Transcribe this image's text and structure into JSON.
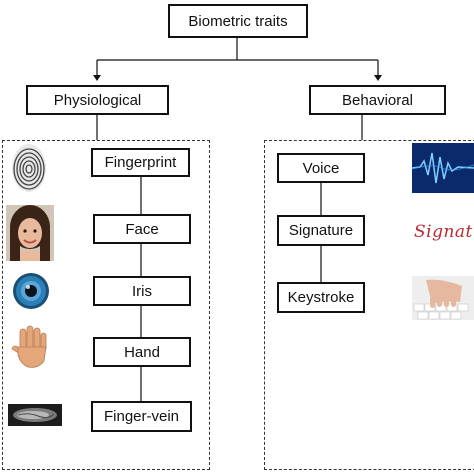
{
  "diagram": {
    "root": "Biometric traits",
    "branches": [
      {
        "label": "Physiological",
        "traits": [
          {
            "label": "Fingerprint",
            "image": "fingerprint-image"
          },
          {
            "label": "Face",
            "image": "face-photo"
          },
          {
            "label": "Iris",
            "image": "iris-image"
          },
          {
            "label": "Hand",
            "image": "hand-image"
          },
          {
            "label": "Finger-vein",
            "image": "finger-vein-image"
          }
        ]
      },
      {
        "label": "Behavioral",
        "traits": [
          {
            "label": "Voice",
            "image": "voice-waveform-image"
          },
          {
            "label": "Signature",
            "image": "signature-image"
          },
          {
            "label": "Keystroke",
            "image": "keyboard-typing-image"
          }
        ]
      }
    ],
    "signature_sample_text": "Signatu"
  },
  "colors": {
    "line": "#111111",
    "dashed_border": "#333333",
    "signature_ink": "#c0282d",
    "voice_bg": "#0b2a6b",
    "iris": "#2d7fb8"
  }
}
